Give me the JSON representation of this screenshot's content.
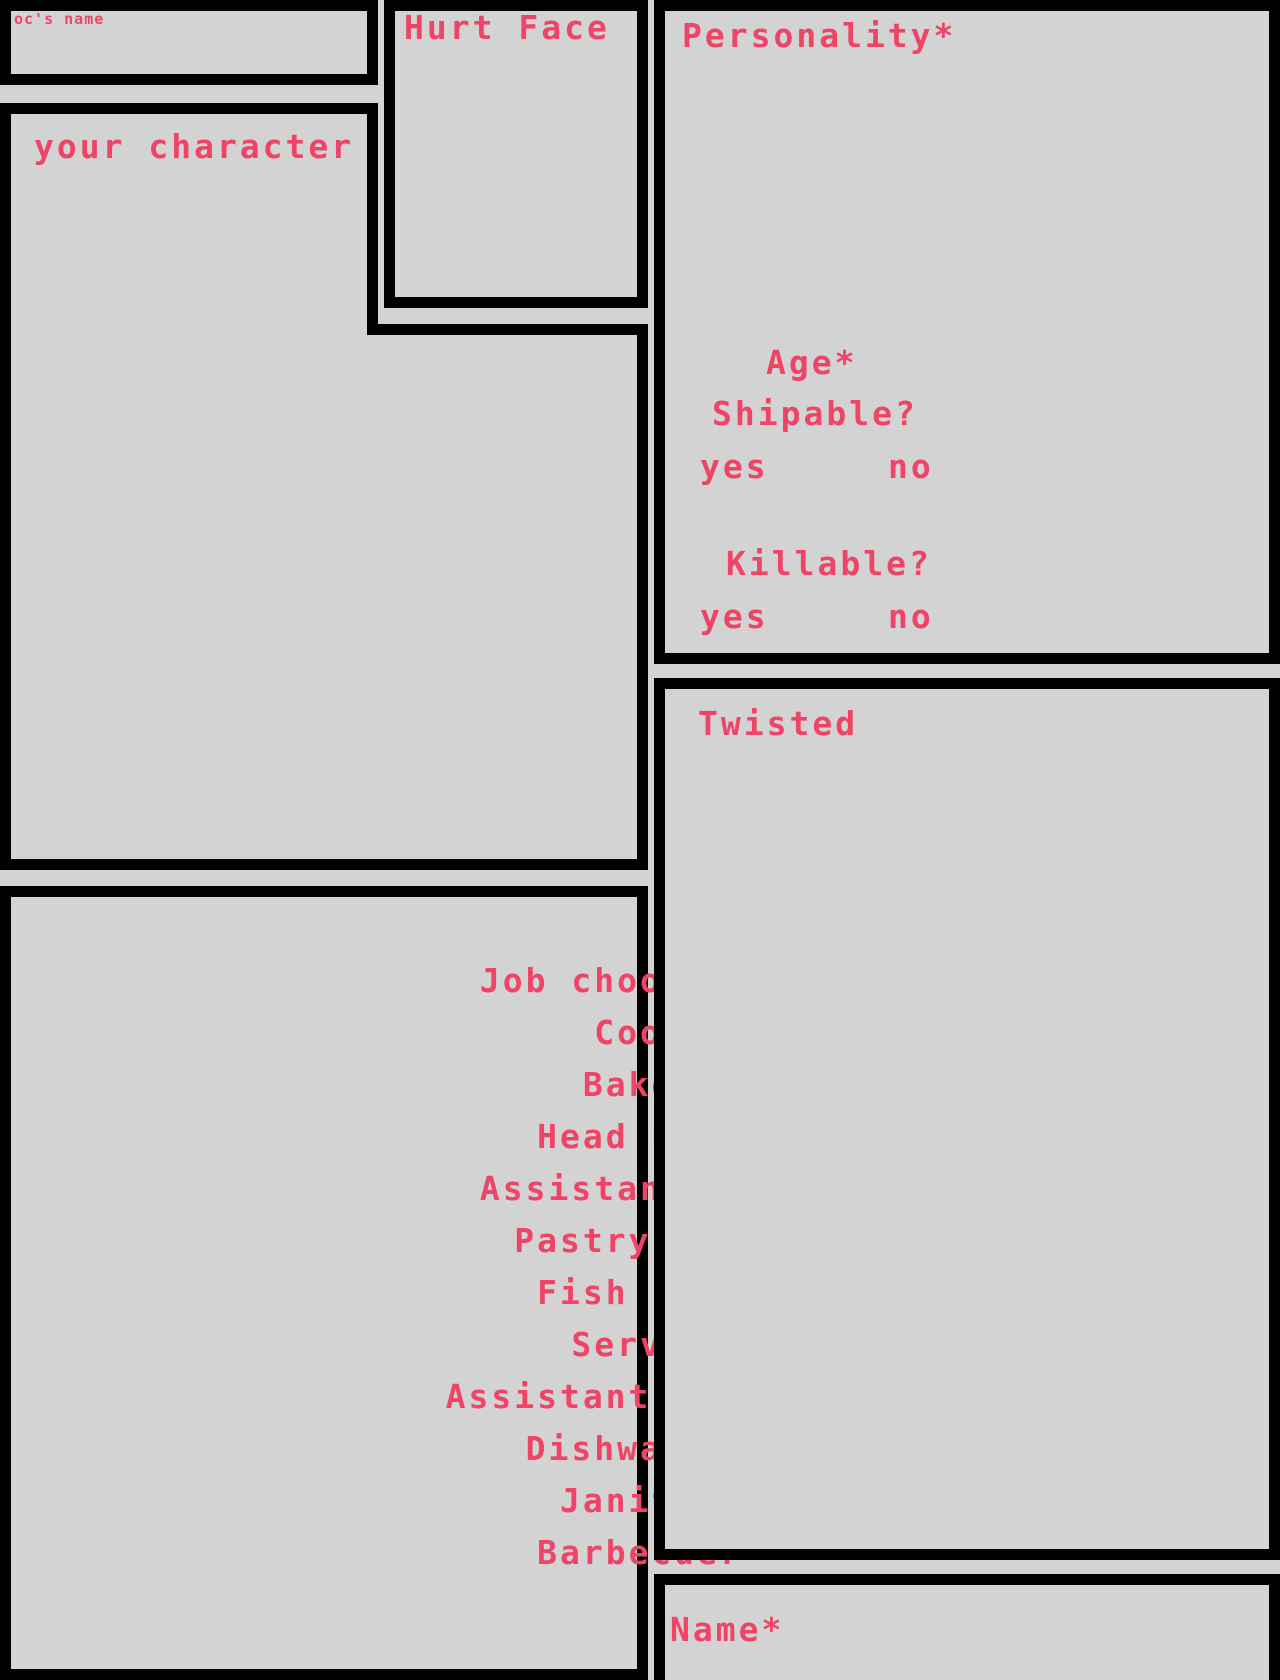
{
  "name_box": {
    "label": "oc's name"
  },
  "hurt_face": {
    "label": "Hurt Face"
  },
  "personality": {
    "label": "Personality*"
  },
  "age": {
    "label": "Age*"
  },
  "shipable": {
    "label": "Shipable?",
    "yes": "yes",
    "no": "no"
  },
  "killable": {
    "label": "Killable?",
    "yes": "yes",
    "no": "no"
  },
  "character": {
    "label": "your character"
  },
  "twisted": {
    "label": "Twisted"
  },
  "name_field": {
    "label": "Name*"
  },
  "jobs": {
    "title": "Job choose one",
    "items": [
      "Cook",
      "Baker",
      "Head Chef",
      "Assistant Chef",
      "Pastry Chef",
      "Fish chef",
      "Server",
      "Assistant manager",
      "Dishwasher",
      "Janitor",
      "Barbecuer"
    ]
  },
  "colors": {
    "background": "#d3d3d3",
    "border": "#000000",
    "text": "#ee4466"
  }
}
